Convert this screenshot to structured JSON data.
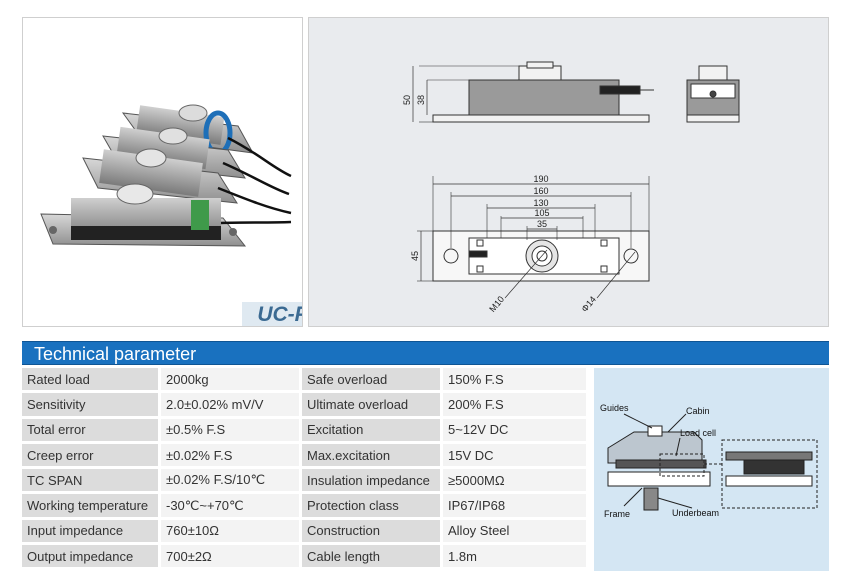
{
  "photo": {
    "model": "UC-P"
  },
  "drawing": {
    "height_dims": [
      "50",
      "38"
    ],
    "length_dims": [
      "190",
      "160",
      "130",
      "105",
      "35"
    ],
    "width_dim": "45",
    "thread_label": "M10",
    "hole_label": "Φ14"
  },
  "section_title": "Technical parameter",
  "specs": [
    {
      "label": "Rated load",
      "value": "2000kg"
    },
    {
      "label": "Sensitivity",
      "value": "2.0±0.02% mV/V"
    },
    {
      "label": "Total error",
      "value": "±0.5% F.S"
    },
    {
      "label": "Creep error",
      "value": "±0.02% F.S"
    },
    {
      "label": "TC SPAN",
      "value": "±0.02% F.S/10℃"
    },
    {
      "label": "Working temperature",
      "value": "-30℃~+70℃"
    },
    {
      "label": "Input impedance",
      "value": "760±10Ω"
    },
    {
      "label": "Output impedance",
      "value": "700±2Ω"
    },
    {
      "label": "Safe overload",
      "value": "150% F.S"
    },
    {
      "label": "Ultimate overload",
      "value": "200% F.S"
    },
    {
      "label": "Excitation",
      "value": "5~12V DC"
    },
    {
      "label": "Max.excitation",
      "value": "15V DC"
    },
    {
      "label": "Insulation impedance",
      "value": "≥5000MΩ"
    },
    {
      "label": "Protection class",
      "value": "IP67/IP68"
    },
    {
      "label": "Construction",
      "value": "Alloy Steel"
    },
    {
      "label": "Cable length",
      "value": "1.8m"
    }
  ],
  "installation": {
    "guides": "Guides",
    "cabin": "Cabin",
    "load_cell": "Load cell",
    "frame": "Frame",
    "underbeam": "Underbeam"
  },
  "colors": {
    "banner": "#1971bf",
    "label_bg": "#dcdcdc",
    "value_bg": "#f3f3f3",
    "diagram_bg": "#d4e6f3"
  }
}
